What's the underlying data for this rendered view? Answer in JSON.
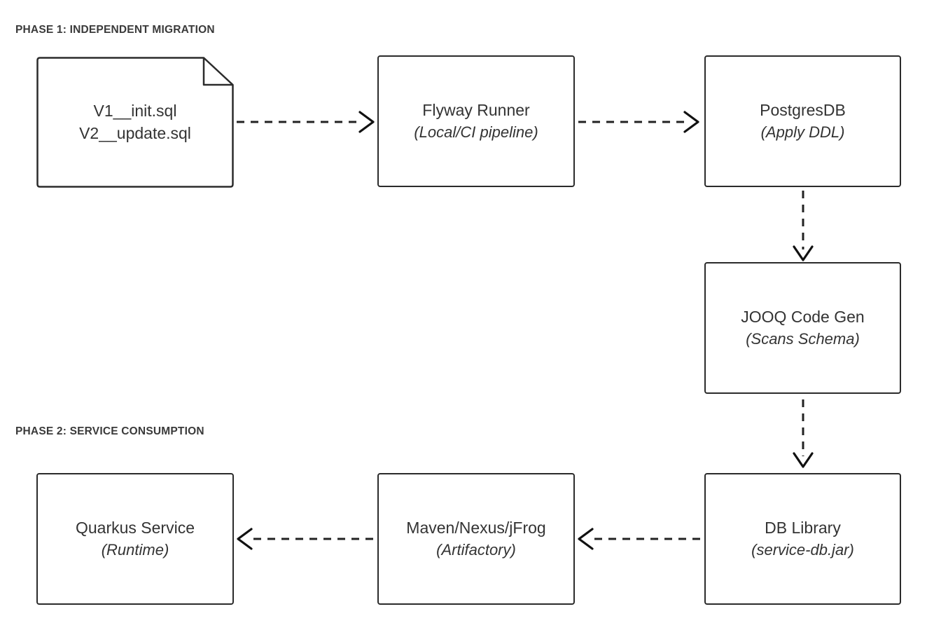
{
  "diagram": {
    "type": "flowchart",
    "background_color": "#ffffff",
    "stroke_color": "#2b2b2b",
    "text_color": "#333333",
    "phases": [
      {
        "id": "phase-1",
        "label": "PHASE 1: INDEPENDENT MIGRATION"
      },
      {
        "id": "phase-2",
        "label": "PHASE 2: SERVICE CONSUMPTION"
      }
    ],
    "nodes": [
      {
        "id": "sql-migrations",
        "shape": "document",
        "title": "V1__init.sql",
        "subtitle": "V2__update.sql",
        "subtitle_italic": false
      },
      {
        "id": "flyway-runner",
        "shape": "rectangle",
        "title": "Flyway Runner",
        "subtitle": "(Local/CI pipeline)",
        "subtitle_italic": true
      },
      {
        "id": "postgres-db",
        "shape": "rectangle",
        "title": "PostgresDB",
        "subtitle": "(Apply DDL)",
        "subtitle_italic": true
      },
      {
        "id": "jooq-code-gen",
        "shape": "rectangle",
        "title": "JOOQ Code Gen",
        "subtitle": "(Scans Schema)",
        "subtitle_italic": true
      },
      {
        "id": "db-library",
        "shape": "rectangle",
        "title": "DB Library",
        "subtitle": "(service-db.jar)",
        "subtitle_italic": true
      },
      {
        "id": "artifact-repo",
        "shape": "rectangle",
        "title": "Maven/Nexus/jFrog",
        "subtitle": "(Artifactory)",
        "subtitle_italic": true
      },
      {
        "id": "quarkus-service",
        "shape": "rectangle",
        "title": "Quarkus Service",
        "subtitle": "(Runtime)",
        "subtitle_italic": true
      }
    ],
    "edges": [
      {
        "id": "edge-sql-to-flyway",
        "from": "sql-migrations",
        "to": "flyway-runner",
        "style": "dashed",
        "direction": "right"
      },
      {
        "id": "edge-flyway-to-postgres",
        "from": "flyway-runner",
        "to": "postgres-db",
        "style": "dashed",
        "direction": "right"
      },
      {
        "id": "edge-postgres-to-jooq",
        "from": "postgres-db",
        "to": "jooq-code-gen",
        "style": "dashed",
        "direction": "down"
      },
      {
        "id": "edge-jooq-to-dblib",
        "from": "jooq-code-gen",
        "to": "db-library",
        "style": "dashed",
        "direction": "down"
      },
      {
        "id": "edge-dblib-to-repo",
        "from": "db-library",
        "to": "artifact-repo",
        "style": "dashed",
        "direction": "left"
      },
      {
        "id": "edge-repo-to-quarkus",
        "from": "artifact-repo",
        "to": "quarkus-service",
        "style": "dashed",
        "direction": "left"
      }
    ]
  }
}
